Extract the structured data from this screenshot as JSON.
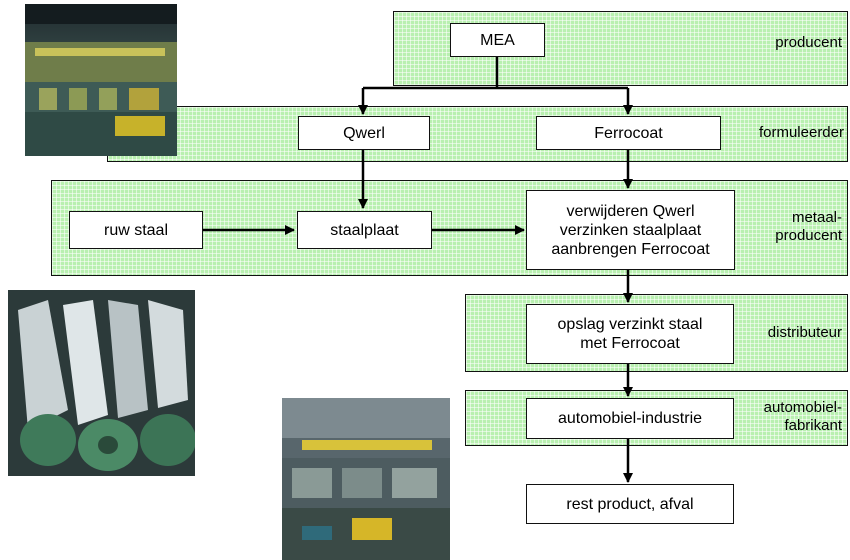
{
  "lanes": {
    "producent": "producent",
    "formuleerder": "formuleerder",
    "metaal": "metaal-\nproducent",
    "distributeur": "distributeur",
    "automobiel": "automobiel-\nfabrikant"
  },
  "nodes": {
    "mea": "MEA",
    "qwerl": "Qwerl",
    "ferrocoat": "Ferrocoat",
    "ruw_staal": "ruw staal",
    "staalplaat": "staalplaat",
    "verwijderen": "verwijderen Qwerl\nverzinken staalplaat\naanbrengen Ferrocoat",
    "opslag": "opslag verzinkt staal\nmet Ferrocoat",
    "automobiel_industrie": "automobiel-industrie",
    "rest": "rest product, afval"
  },
  "colors": {
    "lane_fill": "#b9f0b0",
    "lane_border": "#111111",
    "arrow": "#000000"
  }
}
